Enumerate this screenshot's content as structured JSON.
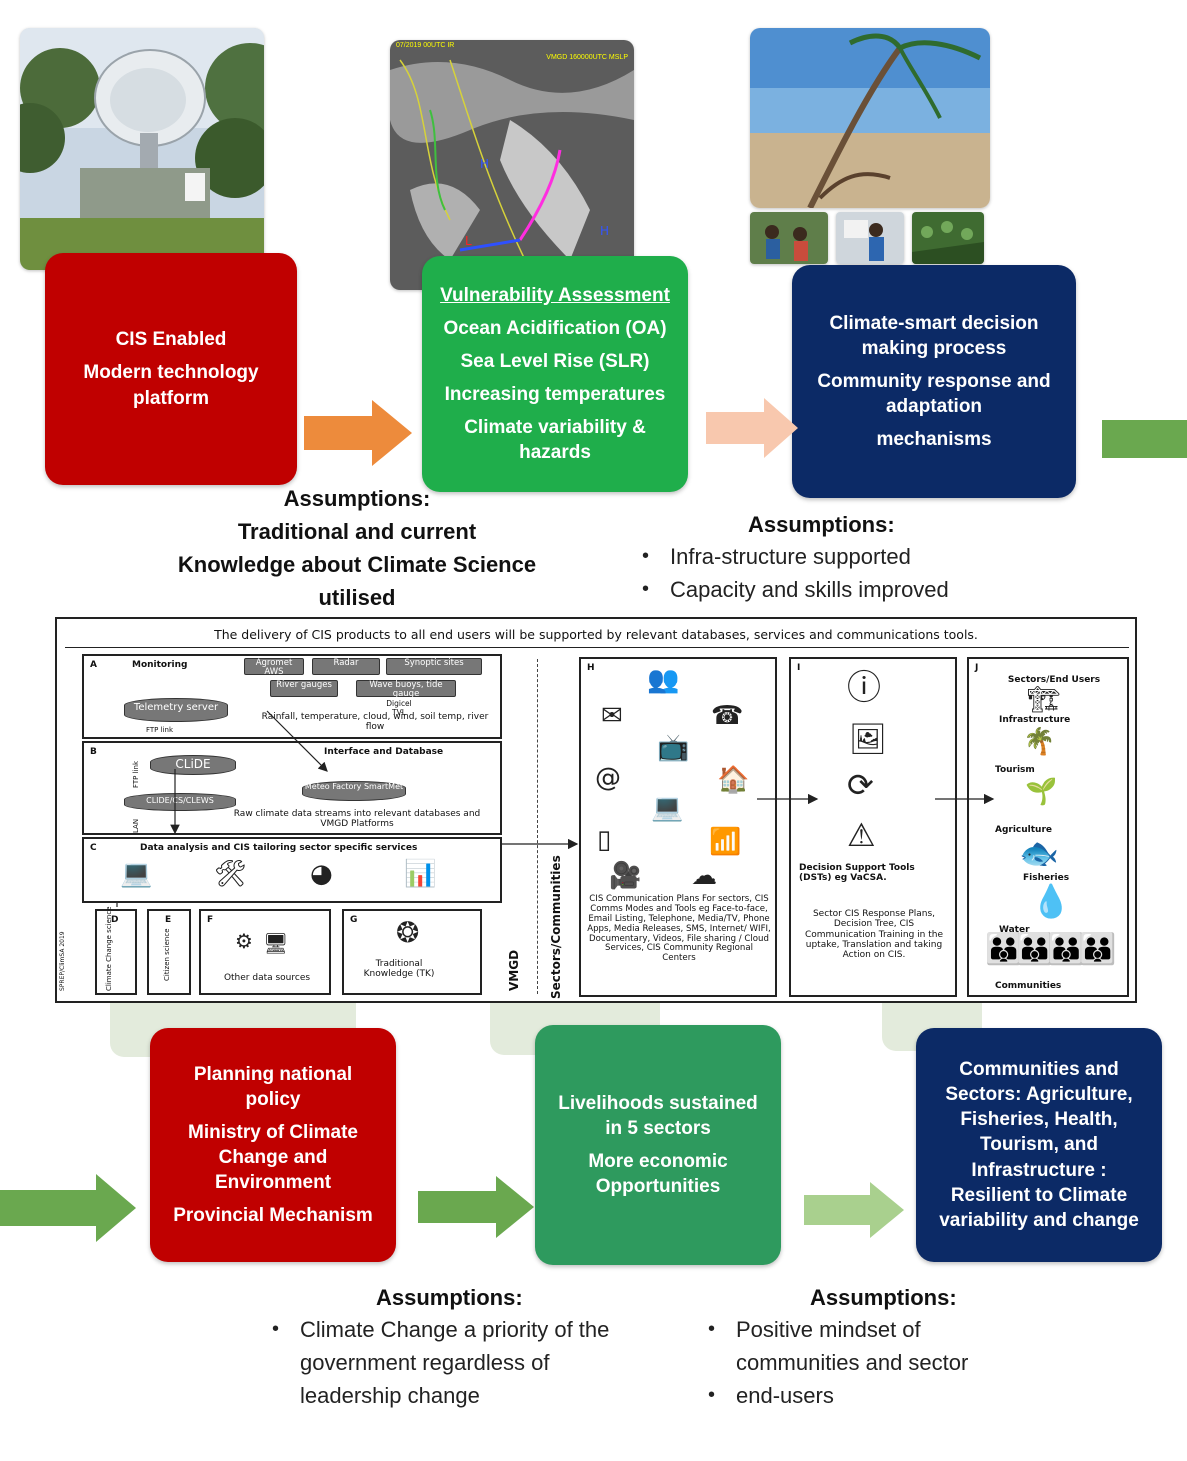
{
  "photos": {
    "satellite_dish": {
      "label": ""
    },
    "weather_map": {
      "top_left_label": "07/2019 00UTC IR",
      "top_right_label": "VMGD 160000UTC MSLP"
    },
    "beach": {
      "label": ""
    }
  },
  "top_row": {
    "box1": {
      "line1": "CIS  Enabled",
      "line2": "Modern technology platform"
    },
    "box2": {
      "heading": "Vulnerability Assessment",
      "items": [
        "Ocean Acidification  (OA)",
        "Sea Level Rise  (SLR)",
        "Increasing temperatures",
        "Climate variability & hazards"
      ]
    },
    "box3": {
      "line1": "Climate-smart decision making process",
      "line2": "Community response and adaptation",
      "line3": "mechanisms"
    }
  },
  "assumptions_top_left": {
    "heading": "Assumptions:",
    "lines": [
      "Traditional and current",
      "Knowledge about Climate Science",
      "utilised"
    ]
  },
  "assumptions_top_right": {
    "heading": "Assumptions:",
    "bullets": [
      "Infra-structure supported",
      "Capacity and skills improved"
    ]
  },
  "diagram": {
    "title": "The delivery of CIS products to all end users will be supported by relevant databases, services and communications tools.",
    "panel_a": {
      "letter": "A",
      "title": "Monitoring",
      "sources": [
        "Agromet AWS",
        "Radar",
        "Synoptic sites",
        "River gauges",
        "Wave buoys, tide gauge"
      ],
      "server": "Telemetry server",
      "link_label": "Digicel TVL",
      "ftp": "FTP link",
      "variables": "Rainfall, temperature, cloud, wind, soil temp, river flow"
    },
    "panel_b": {
      "letter": "B",
      "title": "Interface and Database",
      "db1": "CLiDE",
      "db2": "CLIDE/CS/CLEWS",
      "db3": "Meteo Factory SmartMet",
      "ftp": "FTP link",
      "lan": "LAN",
      "caption": "Raw climate data streams into relevant databases and VMGD Platforms"
    },
    "panel_c": {
      "letter": "C",
      "title": "Data analysis and CIS tailoring sector specific services"
    },
    "panel_d": {
      "letter": "D",
      "label": "Climate Change science"
    },
    "panel_e": {
      "letter": "E",
      "label": "Citizen science"
    },
    "panel_f": {
      "letter": "F",
      "label": "Other data sources"
    },
    "panel_g": {
      "letter": "G",
      "label": "Traditional Knowledge (TK)"
    },
    "side_vmgd": "VMGD",
    "side_sectors": "Sectors/Communities",
    "side_small": "SPREP/ClimSA 2019",
    "panel_h": {
      "letter": "H",
      "caption": "CIS Communication Plans For sectors, CIS Comms Modes and Tools eg Face-to-face, Email Listing, Telephone, Media/TV, Phone Apps, Media Releases, SMS, Internet/ WIFI, Documentary, Videos, File sharing / Cloud Services, CIS Community Regional Centers"
    },
    "panel_i": {
      "letter": "I",
      "dst": "Decision Support Tools (DSTs) eg VaCSA.",
      "caption": "Sector CIS Response Plans, Decision Tree, CIS Communication Training in the uptake, Translation and taking Action on CIS."
    },
    "panel_j": {
      "letter": "J",
      "title": "Sectors/End Users",
      "items": [
        "Infrastructure",
        "Tourism",
        "Agriculture",
        "Fisheries",
        "Water",
        "Communities"
      ]
    }
  },
  "bottom_row": {
    "box1": {
      "line1": "Planning national policy",
      "line2": "Ministry of Climate Change and Environment",
      "line3": "Provincial Mechanism"
    },
    "box2": {
      "line1": "Livelihoods sustained in 5 sectors",
      "line2": "More economic Opportunities"
    },
    "box3": {
      "text": "Communities  and Sectors: Agriculture, Fisheries, Health, Tourism, and Infrastructure : Resilient to Climate variability and change"
    }
  },
  "assumptions_bottom_left": {
    "heading": "Assumptions:",
    "bullets": [
      "Climate Change a priority of the government regardless of leadership change"
    ]
  },
  "assumptions_bottom_right": {
    "heading": "Assumptions:",
    "bullets": [
      "Positive mindset of communities and sector",
      "end-users"
    ]
  },
  "colors": {
    "red": "#c00000",
    "green": "#1fae4b",
    "navy": "#0c2a66",
    "teal": "#2e9a5e",
    "orange_arrow": "#ed8b3c",
    "peach_arrow": "#f8c8ae",
    "green_arrow": "#6aa84f"
  }
}
